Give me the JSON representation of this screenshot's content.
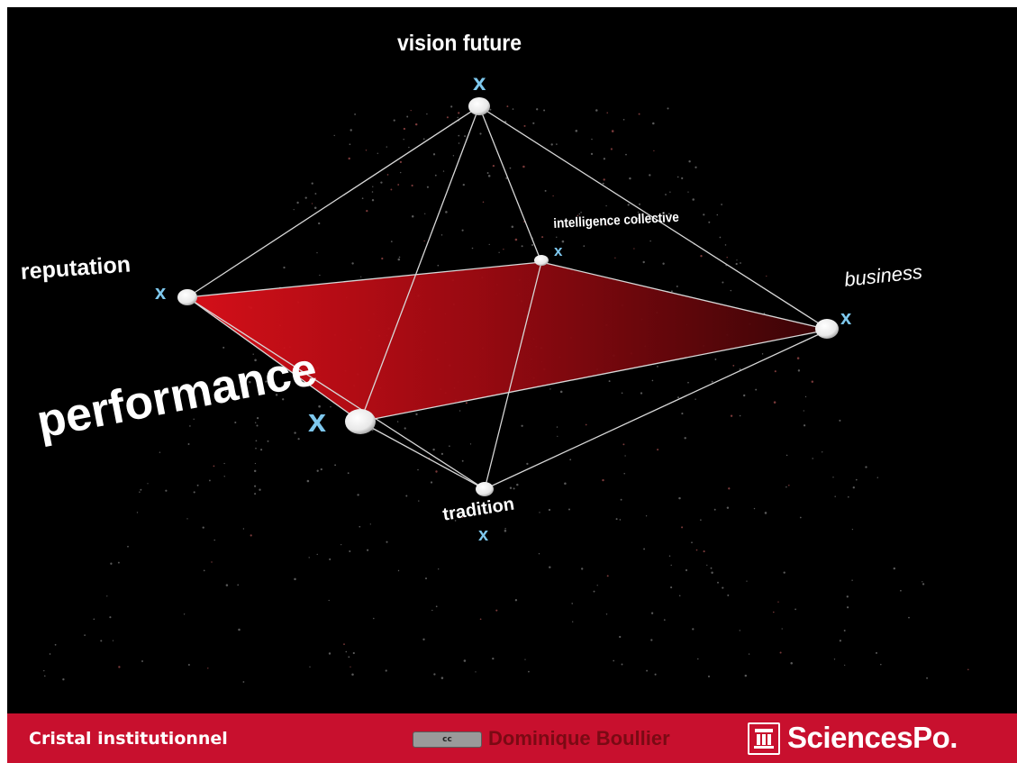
{
  "slide": {
    "nodes": {
      "vision_future": "vision future",
      "intelligence_collective": "intelligence collective",
      "reputation": "reputation",
      "business": "business",
      "performance": "performance",
      "tradition": "tradition"
    },
    "marker": "x"
  },
  "footer": {
    "title": "Cristal institutionnel",
    "license_badge": "cc",
    "author": "Dominique Boullier",
    "brand": "SciencesPo."
  },
  "colors": {
    "background": "#000000",
    "plane": "#c8102e",
    "footer_bg": "#c8102e",
    "marker": "#7ec8ee",
    "author_text": "#7a0a14"
  },
  "icons": {
    "license": "creative-commons-icon",
    "logo": "sciencespo-logo-icon",
    "node": "sphere-node-icon"
  }
}
